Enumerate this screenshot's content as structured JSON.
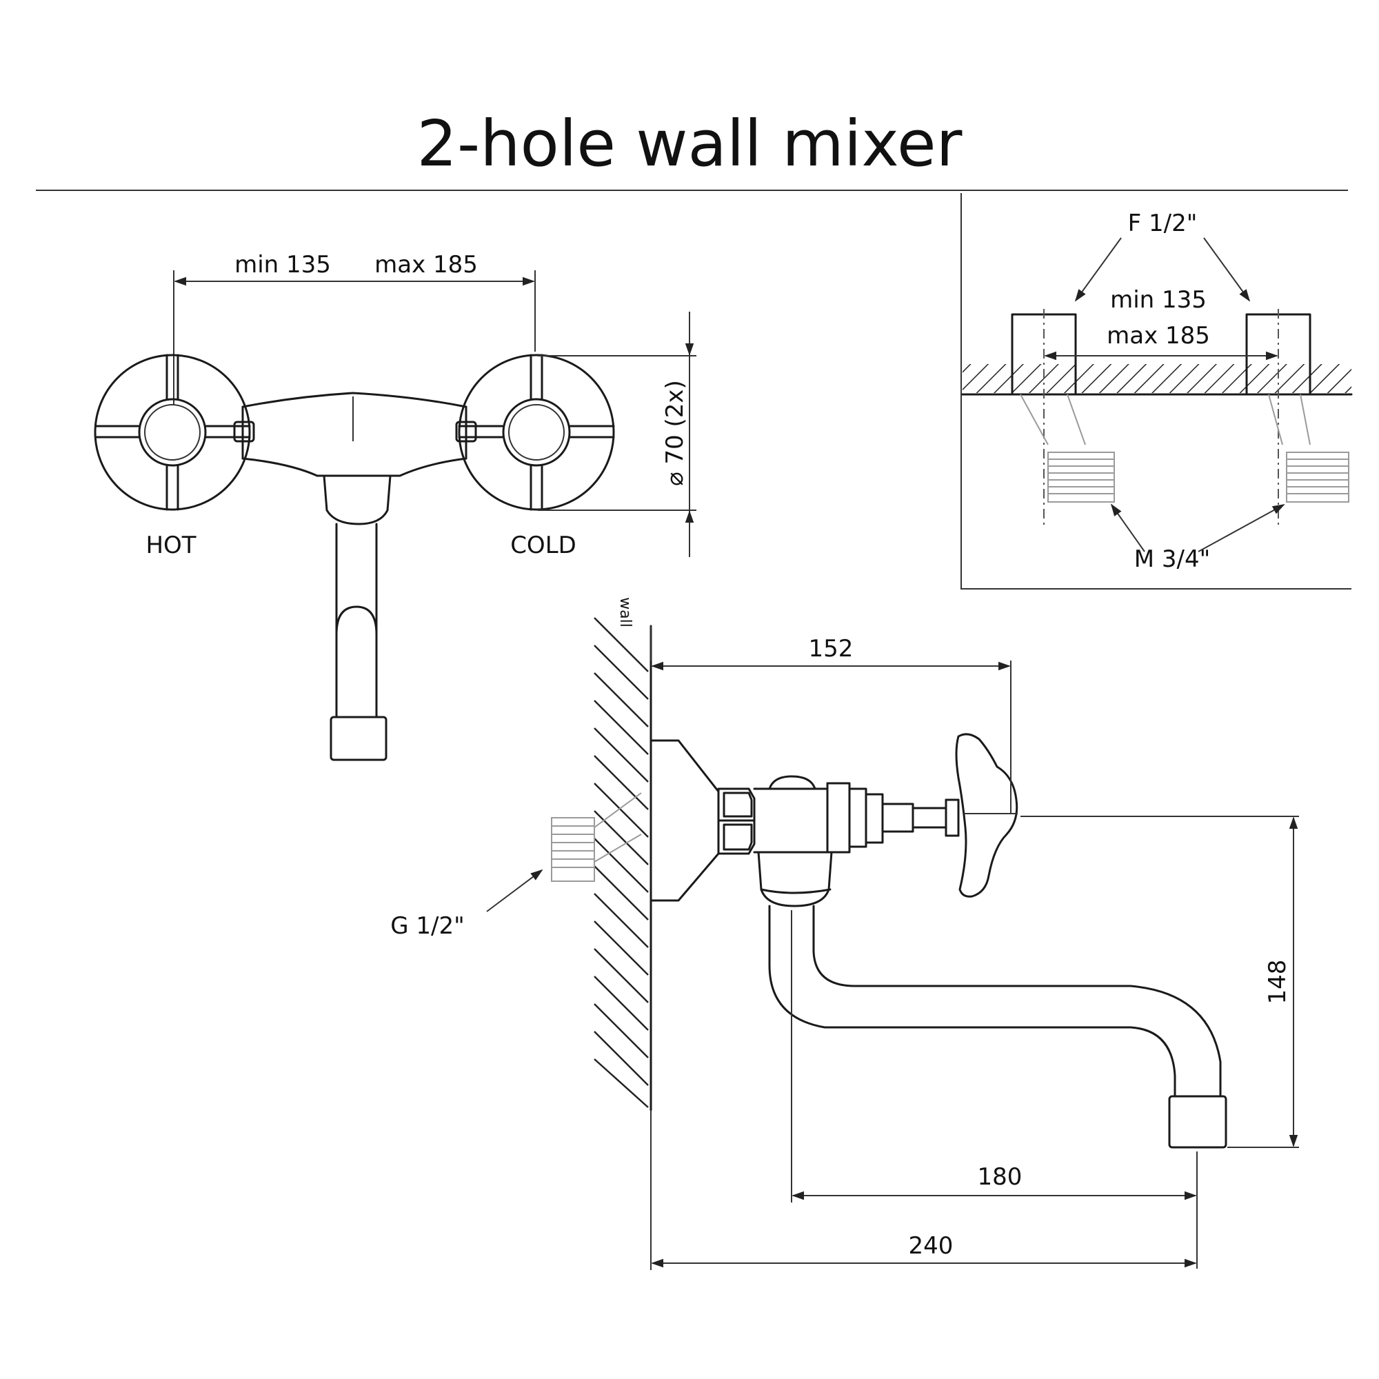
{
  "title": "2-hole wall mixer",
  "front_view": {
    "spacing_min": "min 135",
    "spacing_max": "max 185",
    "diameter": "⌀ 70 (2x)",
    "hot_label": "HOT",
    "cold_label": "COLD"
  },
  "connection_detail": {
    "female_thread": "F 1/2\"",
    "spacing_min": "min 135",
    "spacing_max": "max 185",
    "male_thread": "M 3/4\""
  },
  "side_view": {
    "wall_label": "wall",
    "thread_label": "G 1/2\"",
    "projection": "152",
    "height": "148",
    "spout_reach": "180",
    "total_reach": "240"
  }
}
